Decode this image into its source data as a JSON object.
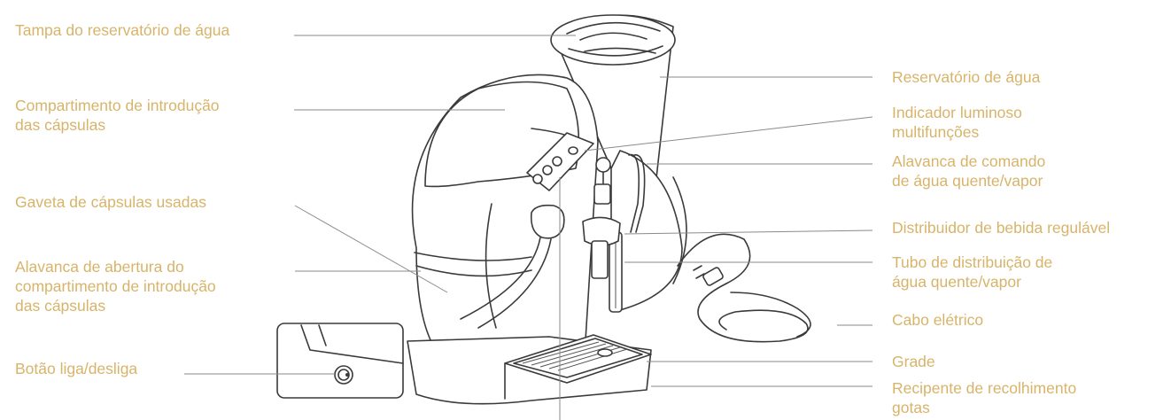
{
  "labels_left": {
    "tampa": "Tampa do reservatório de água",
    "compartimento": [
      "Compartimento de introdução",
      "das cápsulas"
    ],
    "gaveta": "Gaveta de cápsulas usadas",
    "alavanca_abertura": [
      "Alavanca de abertura do",
      "compartimento de introdução",
      "das cápsulas"
    ],
    "botao": "Botão liga/desliga"
  },
  "labels_right": {
    "reservatorio": "Reservatório de água",
    "indicador": [
      "Indicador luminoso",
      "multifunções"
    ],
    "alavanca_comando": [
      "Alavanca de comando",
      "de água quente/vapor"
    ],
    "distribuidor": "Distribuidor de bebida regulável",
    "tubo": [
      "Tubo de distribuição de",
      "água quente/vapor"
    ],
    "cabo": "Cabo elétrico",
    "grade": "Grade",
    "recipiente": [
      "Recipente de recolhimento",
      "gotas"
    ]
  },
  "colors": {
    "label": "#d7b46a",
    "line": "#8a8a8a",
    "drawing": "#3a3a3a"
  }
}
